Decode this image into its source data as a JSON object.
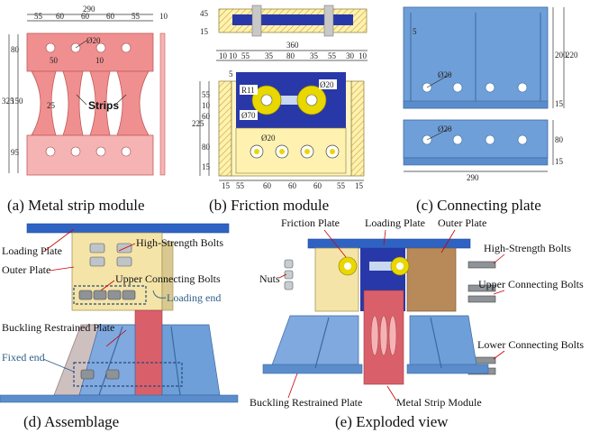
{
  "captions": {
    "a": "(a) Metal strip module",
    "b": "(b) Friction module",
    "c": "(c) Connecting plate",
    "d": "(d) Assemblage",
    "e": "(e) Exploded view"
  },
  "panel_a": {
    "top_dims": [
      "290",
      "55",
      "60",
      "60",
      "60",
      "55",
      "10"
    ],
    "left_dims": [
      "80",
      "150",
      "95",
      "325"
    ],
    "hole_label": "Ø20",
    "inner_dims": [
      "50",
      "10",
      "25"
    ],
    "strips_label": "Strips"
  },
  "panel_b": {
    "top_dims": [
      "45",
      "15"
    ],
    "width_dim": "360",
    "mid_dims": [
      "10",
      "10",
      "55",
      "35",
      "80",
      "35",
      "55",
      "30",
      "10"
    ],
    "small_dim": "5",
    "left_dims": [
      "55",
      "10",
      "60",
      "225",
      "80",
      "15"
    ],
    "hole_labels": [
      "R11",
      "Ø70",
      "Ø20",
      "Ø20"
    ],
    "bottom_dims": [
      "15",
      "55",
      "60",
      "60",
      "60",
      "55",
      "15"
    ]
  },
  "panel_c": {
    "small_dim": "5",
    "hole_label_top": "Ø20",
    "right_dims_top": [
      "200",
      "220",
      "15"
    ],
    "hole_label_bottom": "Ø20",
    "right_dims_bottom": [
      "80",
      "15"
    ],
    "width_dim": "290"
  },
  "panel_d": {
    "loading_plate": "Loading Plate",
    "high_strength_bolts": "High-Strength Bolts",
    "outer_plate": "Outer Plate",
    "upper_connecting_bolts": "Upper Connecting Bolts",
    "loading_end": "Loading end",
    "buckling_restrained_plate": "Buckling Restrained Plate",
    "fixed_end": "Fixed end"
  },
  "panel_e": {
    "friction_plate": "Friction Plate",
    "loading_plate": "Loading Plate",
    "outer_plate": "Outer Plate",
    "high_strength_bolts": "High-Strength Bolts",
    "nuts": "Nuts",
    "upper_connecting_bolts": "Upper Connecting Bolts",
    "lower_connecting_bolts": "Lower Connecting Bolts",
    "buckling_restrained_plate": "Buckling Restrained Plate",
    "metal_strip_module": "Metal Strip Module"
  },
  "colors": {
    "strip_red": "#f08f8f",
    "strip_pink": "#f6b3b3",
    "blue_plate": "#6f9fd8",
    "dark_blue": "#2838a8",
    "yellow": "#fff2b0",
    "bolt_yellow": "#e8d700",
    "brown_plate": "#b88a5a",
    "label_blue": "#2f5f8a"
  }
}
